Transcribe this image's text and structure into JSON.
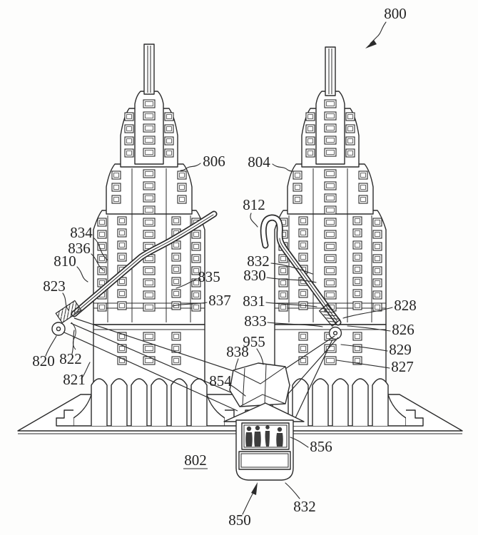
{
  "drawing": {
    "kind": "patent-line-figure",
    "line_color": "#2b2b2b",
    "paper_color": "#fdfdfc",
    "labels": {
      "l800": "800",
      "l806": "806",
      "l804": "804",
      "l812": "812",
      "l834": "834",
      "l836": "836",
      "l810": "810",
      "l823": "823",
      "l835": "835",
      "l837": "837",
      "l832_arm": "832",
      "l830": "830",
      "l831": "831",
      "l833": "833",
      "l828": "828",
      "l826": "826",
      "l829": "829",
      "l827": "827",
      "l820": "820",
      "l822": "822",
      "l821": "821",
      "l838": "838",
      "l955": "955",
      "l854": "854",
      "l856": "856",
      "l832_vehicle": "832",
      "l850": "850",
      "l802": "802"
    }
  }
}
